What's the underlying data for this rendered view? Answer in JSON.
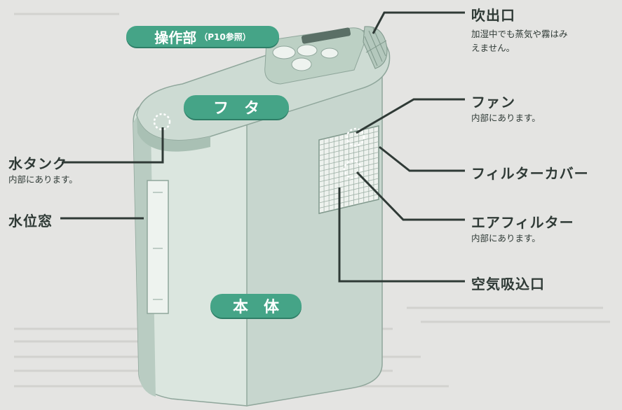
{
  "pills": {
    "control": {
      "main": "操作部",
      "sub": "（P10参照）"
    },
    "lid": "フ　タ",
    "body": "本　体"
  },
  "labels": {
    "outlet": {
      "title": "吹出口",
      "note_line1": "加湿中でも蒸気や霧はみ",
      "note_line2": "えません。"
    },
    "fan": {
      "title": "ファン",
      "note": "内部にあります。"
    },
    "filter_cover": {
      "title": "フィルターカバー"
    },
    "air_filter": {
      "title": "エアフィルター",
      "note": "内部にあります。"
    },
    "air_intake": {
      "title": "空気吸込口"
    },
    "water_tank": {
      "title": "水タンク",
      "note": "内部にあります。"
    },
    "water_window": {
      "title": "水位窓"
    }
  },
  "colors": {
    "accent": "#45a487",
    "body": "#d8e3dc",
    "panel": "#c8d8cf",
    "line": "#2f3a36"
  }
}
